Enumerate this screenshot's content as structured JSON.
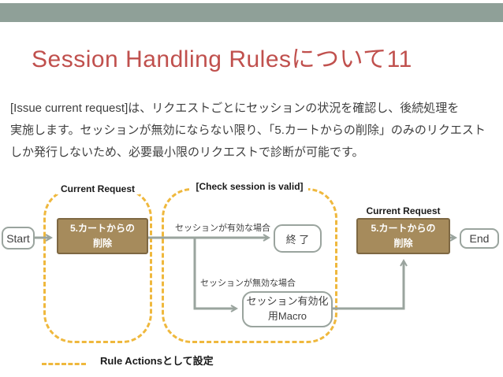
{
  "slide": {
    "title": "Session Handling Rulesについて11",
    "body_lines": [
      "[Issue current request]は、リクエストごとにセッションの状況を確認し、後続処理を",
      "実施します。セッションが無効にならない限り、「5.カートからの削除」のみのリクエスト",
      "しか発行しないため、必要最小限のリクエストで診断が可能です。"
    ]
  },
  "diagram": {
    "labels": {
      "current_request_1": "Current Request",
      "check_session": "[Check session is valid]",
      "current_request_2": "Current Request",
      "session_valid": "セッションが有効な場合",
      "session_invalid": "セッションが無効な場合"
    },
    "nodes": {
      "start": "Start",
      "request1": "5.カートからの\n削除",
      "terminal": "終 了",
      "macro": "セッション有効化\n用Macro",
      "request2": "5.カートからの\n削除",
      "end": "End"
    },
    "legend": {
      "label": "Rule Actionsとして設定"
    }
  },
  "colors": {
    "top_bar": "#8FA098",
    "title": "#C0504D",
    "body_text": "#3F3F3F",
    "process_box_fill": "#A68B5C",
    "process_box_border": "#7E6843",
    "connector_gray": "#9AA49E",
    "rule_actions_dash": "#EFB83D"
  }
}
